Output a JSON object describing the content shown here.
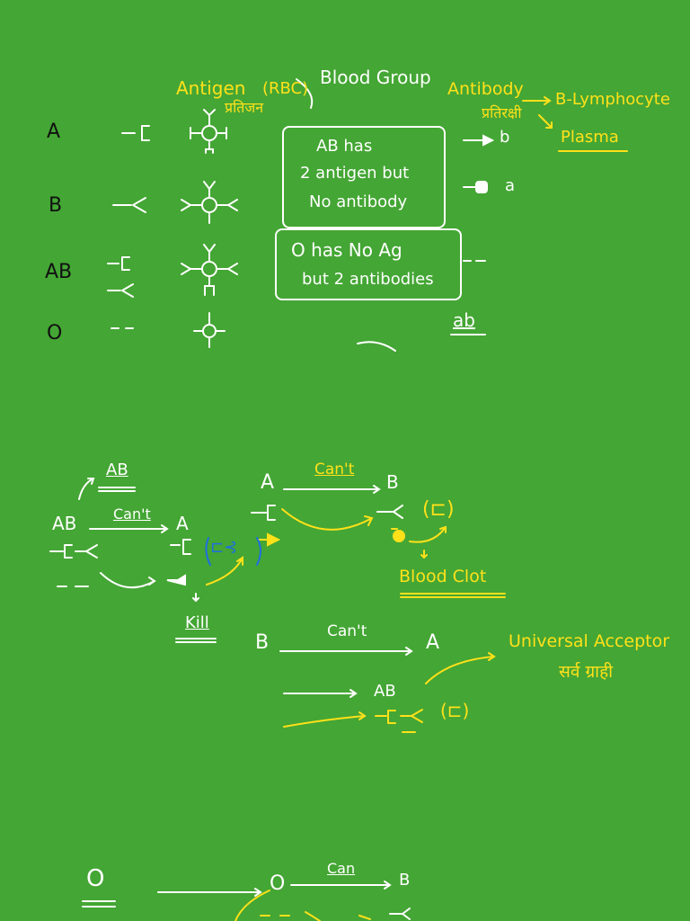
{
  "colors": {
    "background": "#44a634",
    "chalk": "#ffffff",
    "highlight": "#ffe11a",
    "ink": "#111111",
    "blue": "#1e6fe0"
  },
  "header": {
    "antigen": "Antigen",
    "antigen_hindi": "प्रतिजन",
    "rbc": "(RBC)",
    "blood_group": "Blood Group",
    "antibody": "Antibody",
    "antibody_hindi": "प्रतिरक्षी",
    "b_lymphocyte": "B-Lymphocyte",
    "plasma": "Plasma"
  },
  "groups": [
    {
      "label": "A",
      "antibody": "b"
    },
    {
      "label": "B",
      "antibody": "a"
    },
    {
      "label": "AB",
      "antibody": "- -"
    },
    {
      "label": "O",
      "antibody": "ab"
    }
  ],
  "notes": {
    "ab_box": [
      "AB has",
      "2 antigen but",
      "No antibody"
    ],
    "o_box": [
      "O has No Ag",
      "but 2 antibodies"
    ]
  },
  "section2": {
    "ab_top": "AB",
    "ab": "AB",
    "cant1": "Can't",
    "a": "A",
    "kill": "Kill",
    "a2": "A",
    "cant2": "Can't",
    "b2": "B",
    "blood_clot": "Blood Clot",
    "b3": "B",
    "cant3": "Can't",
    "a3": "A",
    "ab3": "AB",
    "universal": "Universal Acceptor",
    "universal_hindi": "सर्व ग्राही"
  },
  "section3": {
    "o_big": "O",
    "o": "O",
    "can": "Can",
    "b": "B"
  }
}
